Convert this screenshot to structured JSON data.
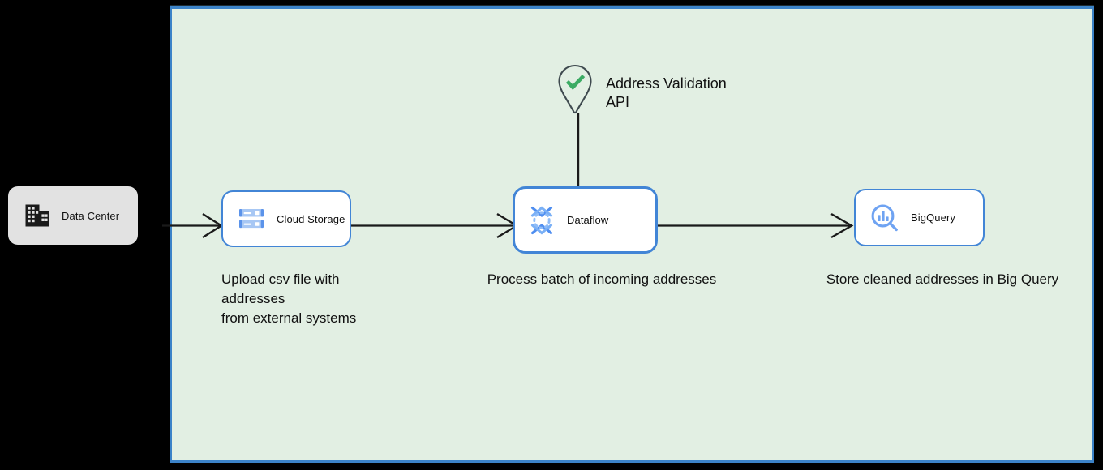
{
  "diagram": {
    "canvas": {
      "background_color": "#e2efe3",
      "border_color": "#3c83c8"
    },
    "nodes": [
      {
        "id": "data-center",
        "label": "Data Center",
        "icon": "building-icon",
        "style": "onprem-gray-box",
        "fill": "#e2e2e2"
      },
      {
        "id": "cloud-storage",
        "label": "Cloud Storage",
        "icon": "cloud-storage-icon",
        "style": "gcp-white-box",
        "border": "#4285d6"
      },
      {
        "id": "dataflow",
        "label": "Dataflow",
        "icon": "dataflow-icon",
        "style": "gcp-white-box-selected",
        "border": "#4285d6"
      },
      {
        "id": "bigquery",
        "label": "BigQuery",
        "icon": "bigquery-icon",
        "style": "gcp-white-box",
        "border": "#4285d6"
      },
      {
        "id": "address-validation-api",
        "label": "Address Validation\nAPI",
        "icon": "map-pin-check-icon",
        "style": "pin-marker",
        "accent": "#34a853"
      }
    ],
    "captions": {
      "cloud_storage": "Upload csv file with addresses\nfrom external systems",
      "dataflow": "Process batch of incoming addresses",
      "bigquery": "Store cleaned addresses in Big Query"
    },
    "connectors": [
      {
        "id": "datacenter-to-cloudstorage",
        "from": "data-center",
        "to": "cloud-storage",
        "arrow": "open-arrowhead"
      },
      {
        "id": "cloudstorage-to-dataflow",
        "from": "cloud-storage",
        "to": "dataflow",
        "arrow": "open-arrowhead"
      },
      {
        "id": "dataflow-to-bigquery",
        "from": "dataflow",
        "to": "bigquery",
        "arrow": "open-arrowhead"
      },
      {
        "id": "api-to-dataflow",
        "from": "address-validation-api",
        "to": "dataflow",
        "arrow": "none"
      }
    ]
  }
}
